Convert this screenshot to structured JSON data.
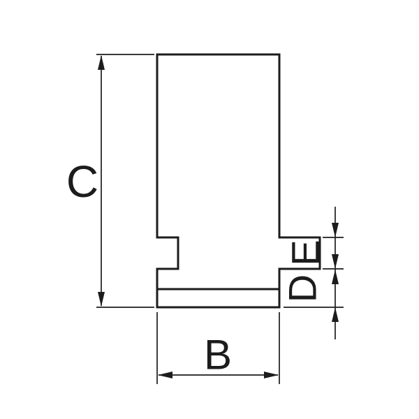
{
  "drawing": {
    "dimension_labels": {
      "height": "C",
      "width": "B",
      "tenon_height": "E",
      "tenon_to_base": "D"
    },
    "colors": {
      "line": "#1c1c1c",
      "background": "#ffffff"
    }
  }
}
